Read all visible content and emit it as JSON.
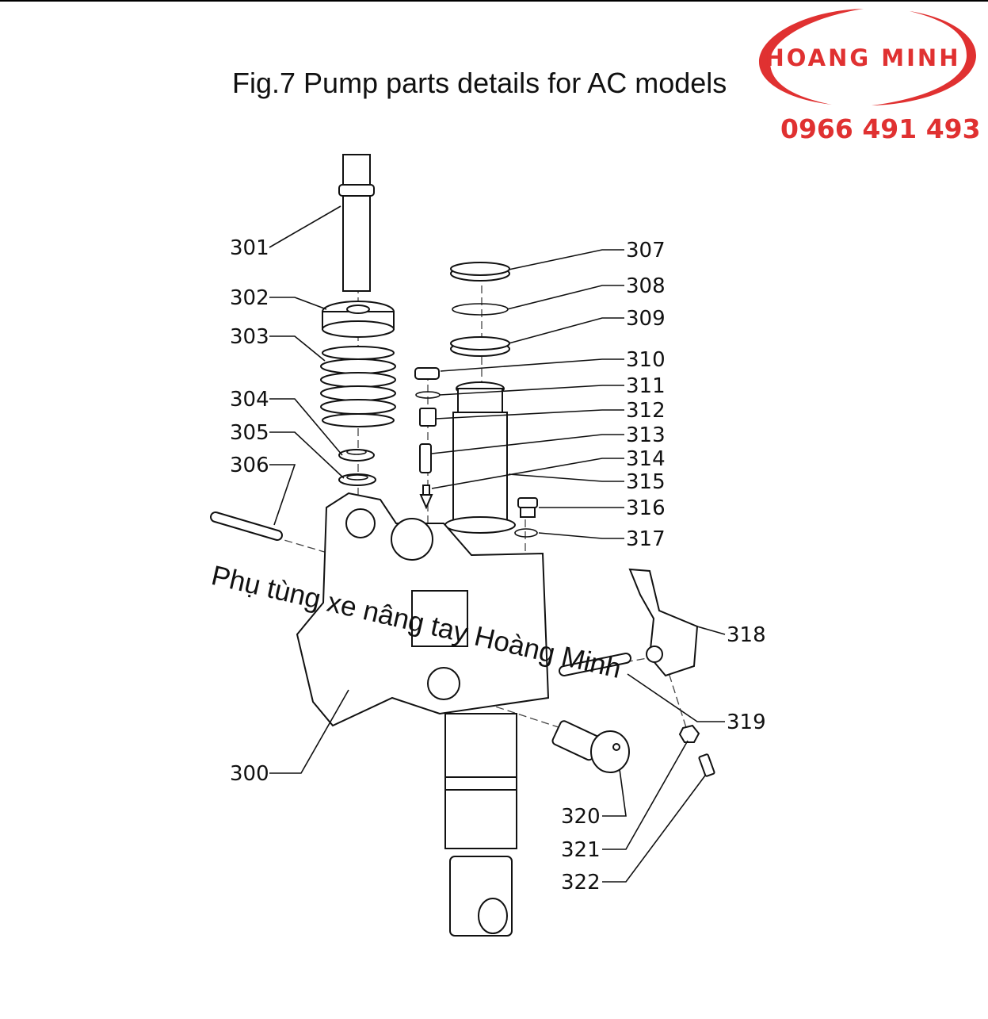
{
  "title": "Fig.7  Pump parts details for AC models",
  "logo": {
    "text": "HOANG MINH",
    "color": "#e03131"
  },
  "phone": "0966 491 493",
  "watermark": "Phụ tùng xe nâng tay Hoàng Minh",
  "callouts": {
    "c300": "300",
    "c301": "301",
    "c302": "302",
    "c303": "303",
    "c304": "304",
    "c305": "305",
    "c306": "306",
    "c307": "307",
    "c308": "308",
    "c309": "309",
    "c310": "310",
    "c311": "311",
    "c312": "312",
    "c313": "313",
    "c314": "314",
    "c315": "315",
    "c316": "316",
    "c317": "317",
    "c318": "318",
    "c319": "319",
    "c320": "320",
    "c321": "321",
    "c322": "322"
  }
}
